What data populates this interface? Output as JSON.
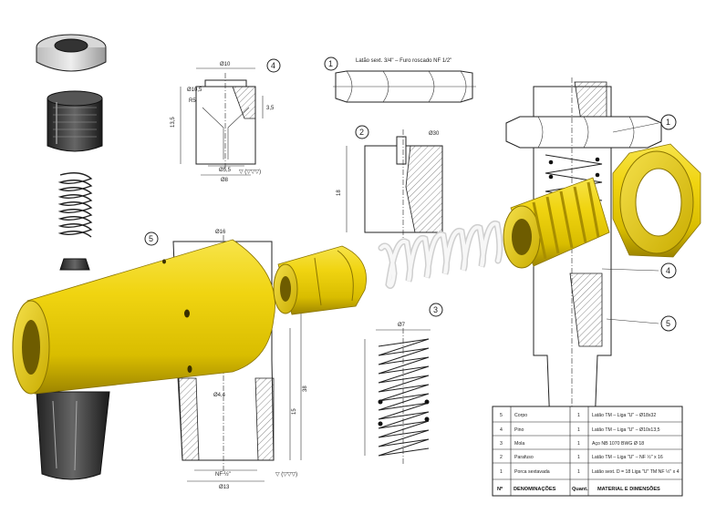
{
  "callouts": {
    "c1_top": "1",
    "c2": "2",
    "c3": "3",
    "c4": "4",
    "c5": "5",
    "c1_asm": "1",
    "c3_asm": "3",
    "c4_asm": "4",
    "c5_asm": "5"
  },
  "nut_drawing": {
    "note": "Latão sext. 3/4\" – Furo roscado NF 1/2\""
  },
  "dims": {
    "pin_d10": "Ø10",
    "pin_d5_5": "Ø5,5",
    "pin_d8": "Ø8",
    "pin_13_5": "13,5",
    "pin_3_5": "3,5",
    "pin_r5": "R5",
    "pin_d10_5": "Ø10,5",
    "roughness_pin": "▽ (▽▽▽)",
    "screw_d30": "Ø30",
    "screw_18": "18",
    "spring_d7": "Ø7",
    "body_d16": "Ø16",
    "body_d44": "Ø4,4",
    "body_nf": "NF ½\"",
    "body_d13": "Ø13",
    "body_38": "38",
    "body_15": "15",
    "roughness_body": "▽ (▽▽▽)"
  },
  "parts_table": {
    "header": [
      "Nº",
      "DENOMINAÇÕES",
      "Quant.",
      "MATERIAL E DIMENSÕES"
    ],
    "rows": [
      [
        "5",
        "Corpo",
        "1",
        "Latão TM – Liga \"U\" – Ø18x32"
      ],
      [
        "4",
        "Pino",
        "1",
        "Latão TM – Liga \"U\" – Ø10x13,5"
      ],
      [
        "3",
        "Mola",
        "1",
        "Aço NB 1070 BWG Ø 18"
      ],
      [
        "2",
        "Parafuso",
        "1",
        "Latão TM – Liga \"U\" – NF ½\" x 16"
      ],
      [
        "1",
        "Porca sextavada",
        "1",
        "Latão sext. D = 18 Liga \"U\" TM NF ½\" x 4"
      ]
    ]
  },
  "colors": {
    "brass": "#e8c800",
    "brass_dark": "#b79b00",
    "spring_white": "#f2f2f2",
    "ink": "#222222"
  }
}
